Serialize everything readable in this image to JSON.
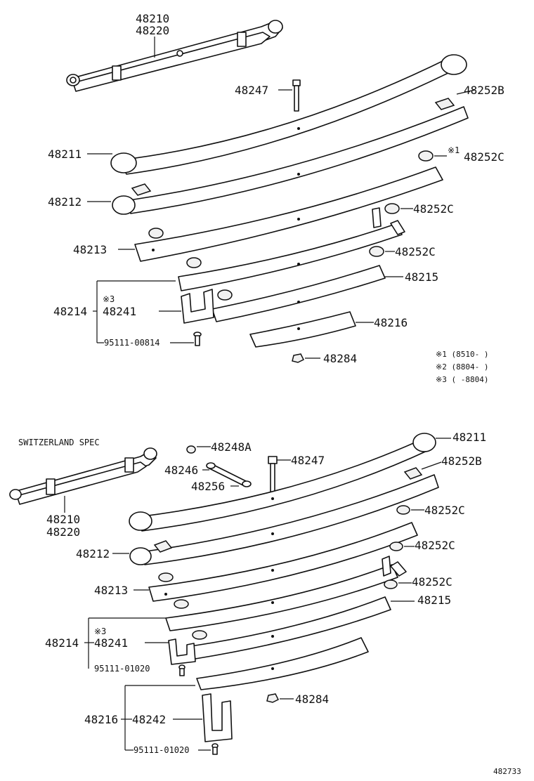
{
  "top": {
    "assy_labels": [
      "48210",
      "48220"
    ],
    "labels": {
      "bolt": "48247",
      "leaf1": "48211",
      "pad_b": "48252B",
      "pad_c1_mark": "※1",
      "pad_c1": "48252C",
      "leaf2": "48212",
      "pad_c2": "48252C",
      "leaf3": "48213",
      "pad_c3": "48252C",
      "leaf5": "48215",
      "group": "48214",
      "clip_mark": "※3",
      "clip": "48241",
      "leaf6": "48216",
      "rivet": "95111-00814",
      "nut": "48284"
    },
    "notes": [
      "※1 (8510-     )",
      "※2 (8804-     )",
      "※3 (    -8804)"
    ]
  },
  "bottom": {
    "spec_title": "SWITZERLAND SPEC",
    "assy_labels": [
      "48210",
      "48220"
    ],
    "labels": {
      "leaf1": "48211",
      "bushing": "48248A",
      "bolt": "48247",
      "pin": "48246",
      "pad_b": "48252B",
      "shackle_pin": "48256",
      "pad_c1": "48252C",
      "leaf2": "48212",
      "pad_c2": "48252C",
      "leaf3": "48213",
      "pad_c3": "48252C",
      "leaf5": "48215",
      "clip_mark": "※3",
      "group": "48214",
      "clip": "48241",
      "rivet1": "95111-01020",
      "nut": "48284",
      "group2": "48216",
      "clamp": "48242",
      "rivet2": "95111-01020"
    }
  },
  "figure_number": "482733"
}
